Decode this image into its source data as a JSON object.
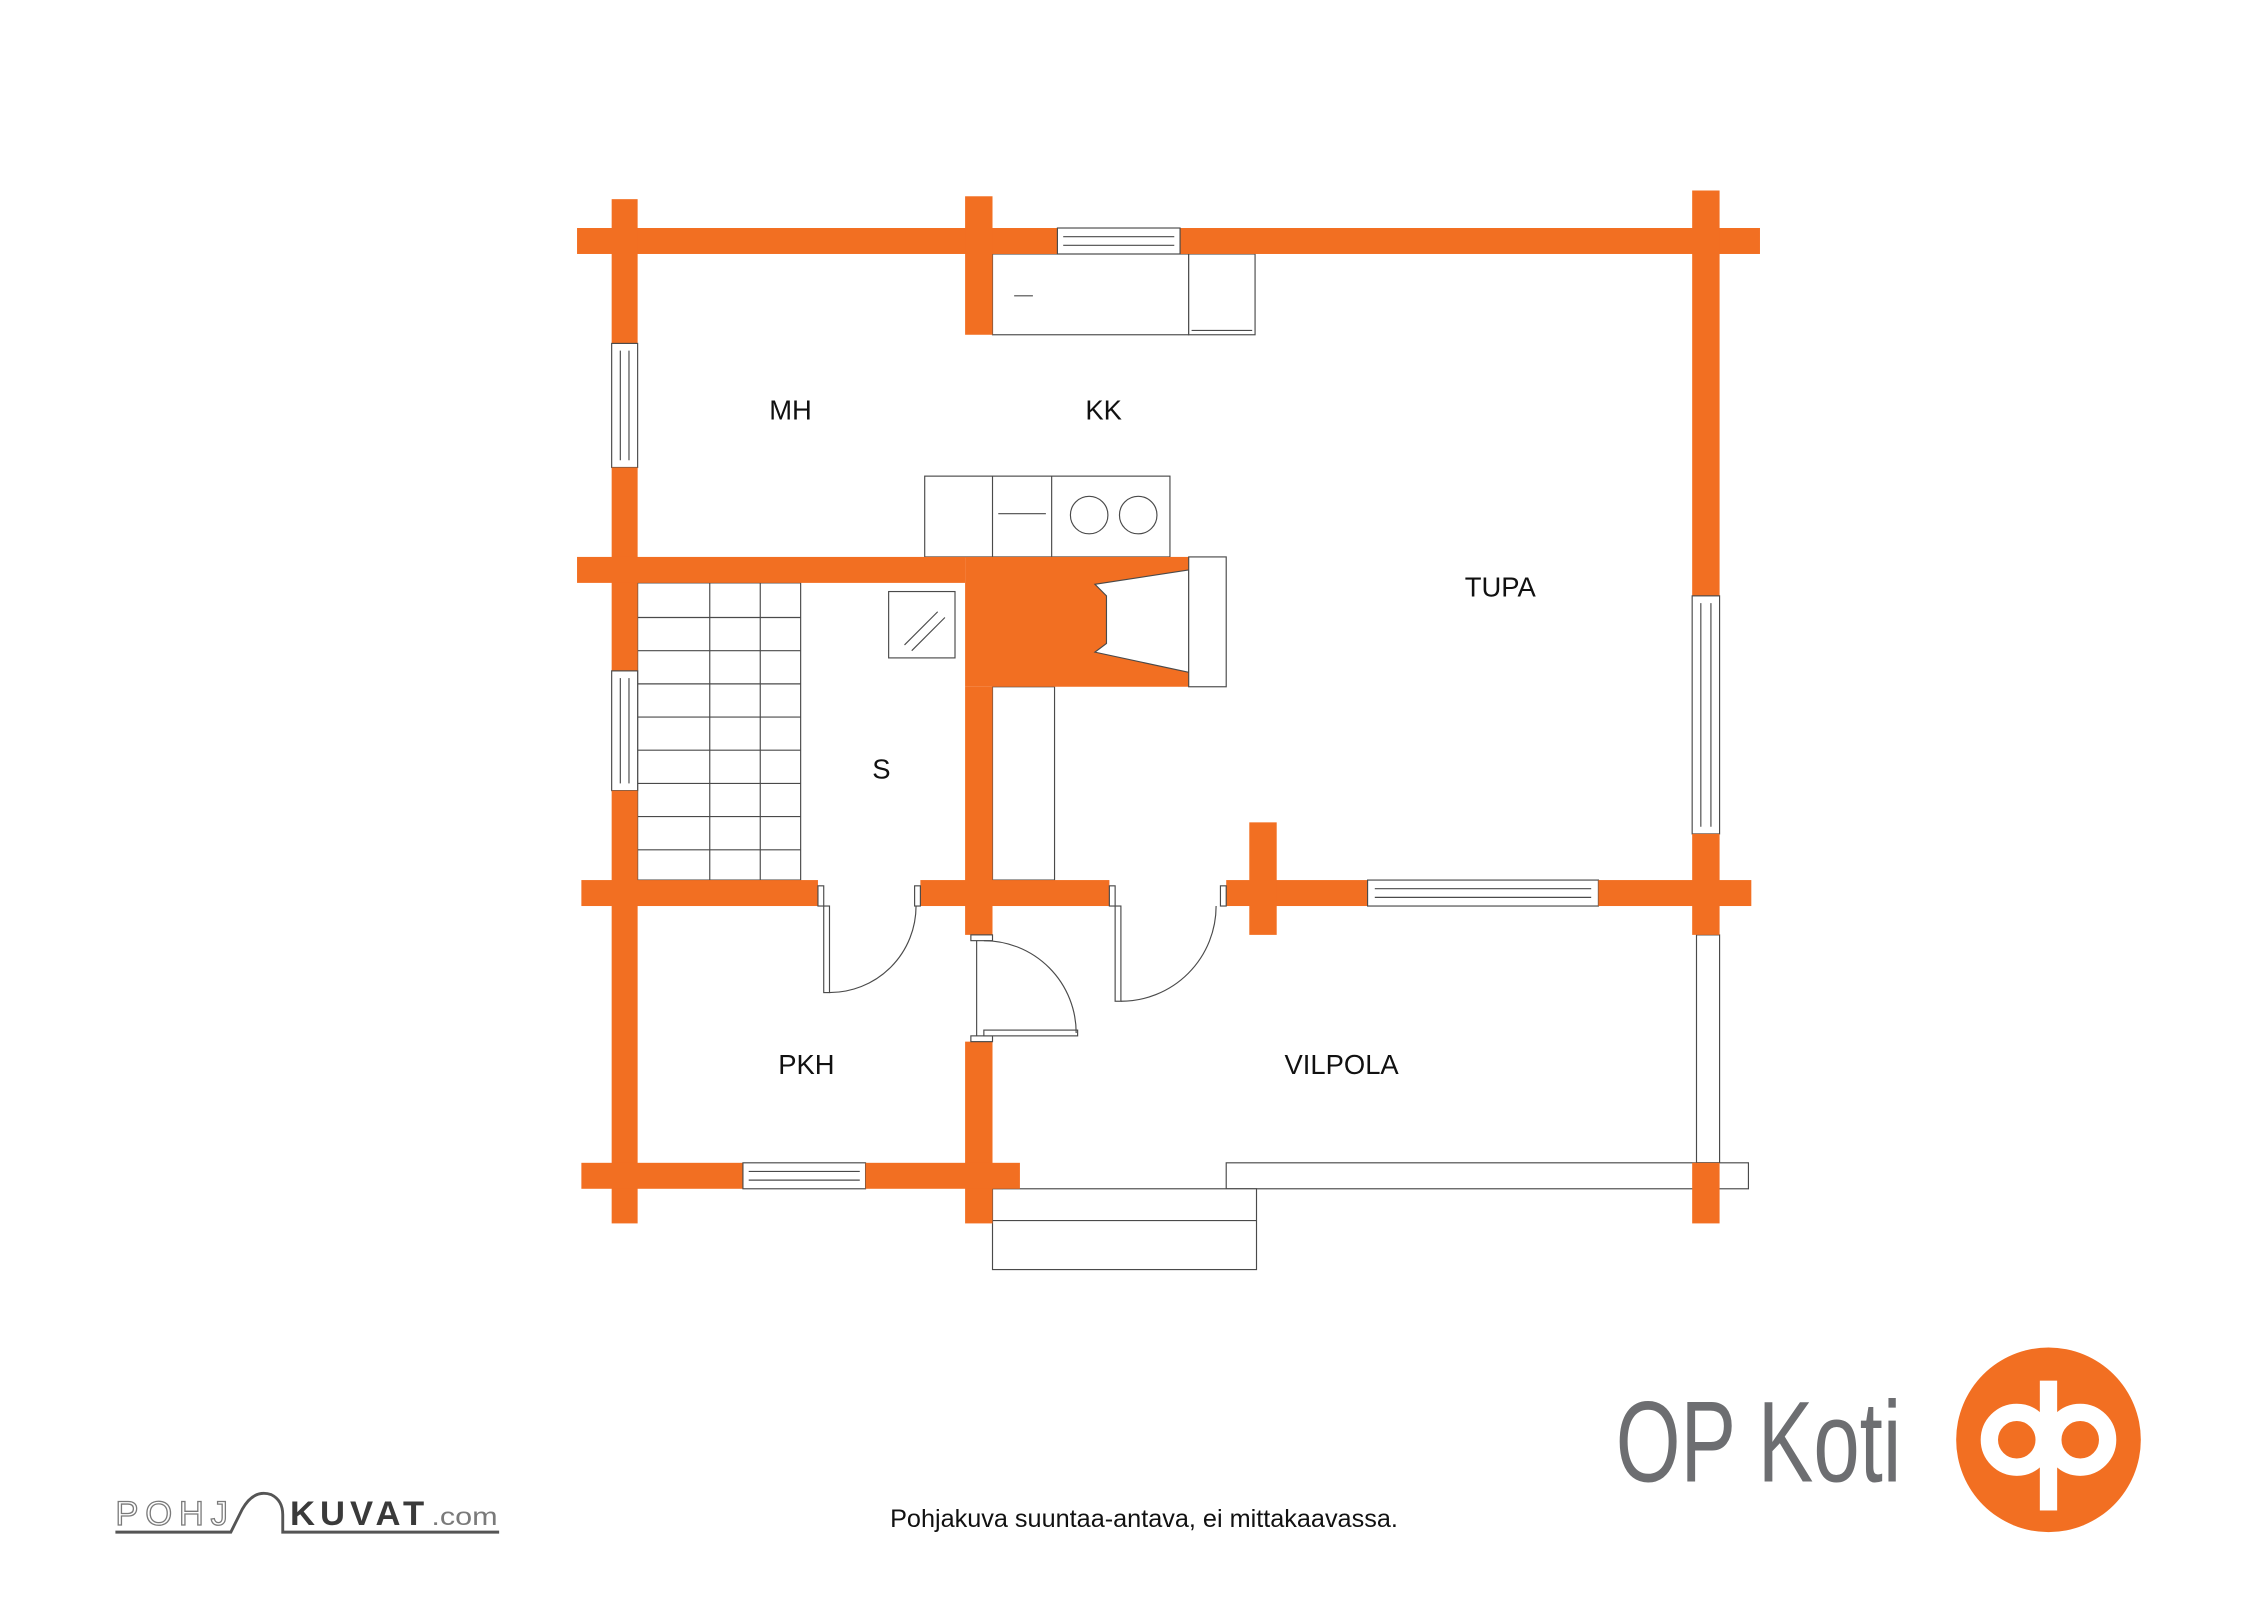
{
  "rooms": {
    "mh": "MH",
    "kk": "KK",
    "tupa": "TUPA",
    "s": "S",
    "pkh": "PKH",
    "vilpola": "VILPOLA"
  },
  "footer": {
    "disclaimer": "Pohjakuva suuntaa-antava, ei mittakaavassa."
  },
  "brand": {
    "name": "OP Koti",
    "logo_icon": "op-logo-icon"
  },
  "credit": {
    "pohj": "POHJ",
    "kuvat": "KUVAT",
    "com": ".com"
  },
  "colors": {
    "wall": "#f26f22",
    "brand_orange": "#f26f22",
    "brand_text": "#6d6e71"
  }
}
